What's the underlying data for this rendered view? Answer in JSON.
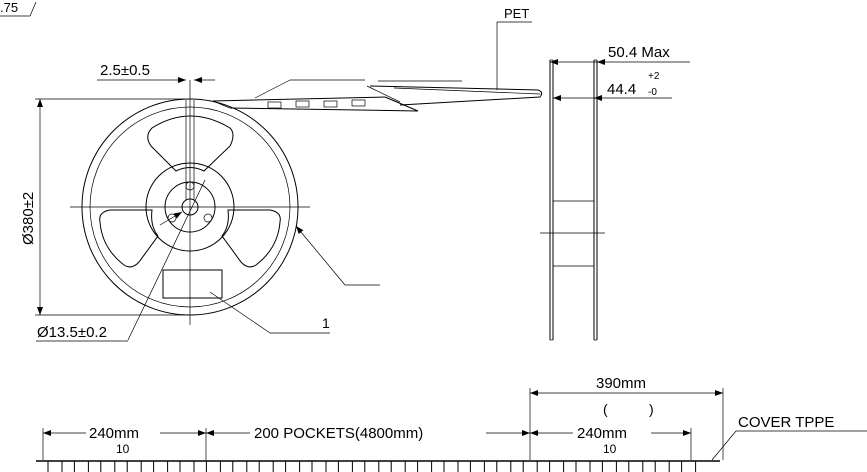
{
  "labels": {
    "corner": ".75",
    "pet": "PET",
    "width_max": "50.4 Max",
    "hub_width_base": "44.4",
    "hub_width_plus": "+2",
    "hub_width_minus": "-0",
    "slot_width": "2.5±0.5",
    "reel_diameter": "Ø380±2",
    "hole_diameter": "Ø13.5±0.2",
    "leader_number": "1",
    "length_390": "390mm",
    "leader_240": "240mm",
    "count_10": "10",
    "pockets_200": "200 POCKETS(4800mm)",
    "trailer_240": "240mm",
    "count_10b": "10",
    "paren_open": "(",
    "paren_close": ")",
    "cover_tape": "COVER TPPE"
  }
}
